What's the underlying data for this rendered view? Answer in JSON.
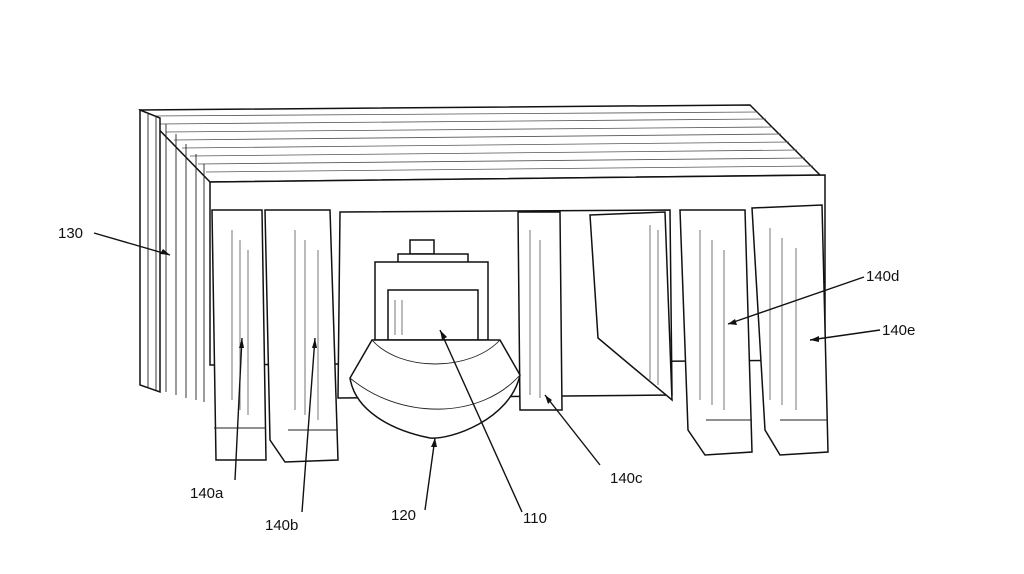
{
  "figure": {
    "labels": {
      "fins": "130",
      "leg_a": "140a",
      "leg_b": "140b",
      "leg_c": "140c",
      "leg_d": "140d",
      "leg_e": "140e",
      "lens": "120",
      "emitter": "110"
    }
  }
}
